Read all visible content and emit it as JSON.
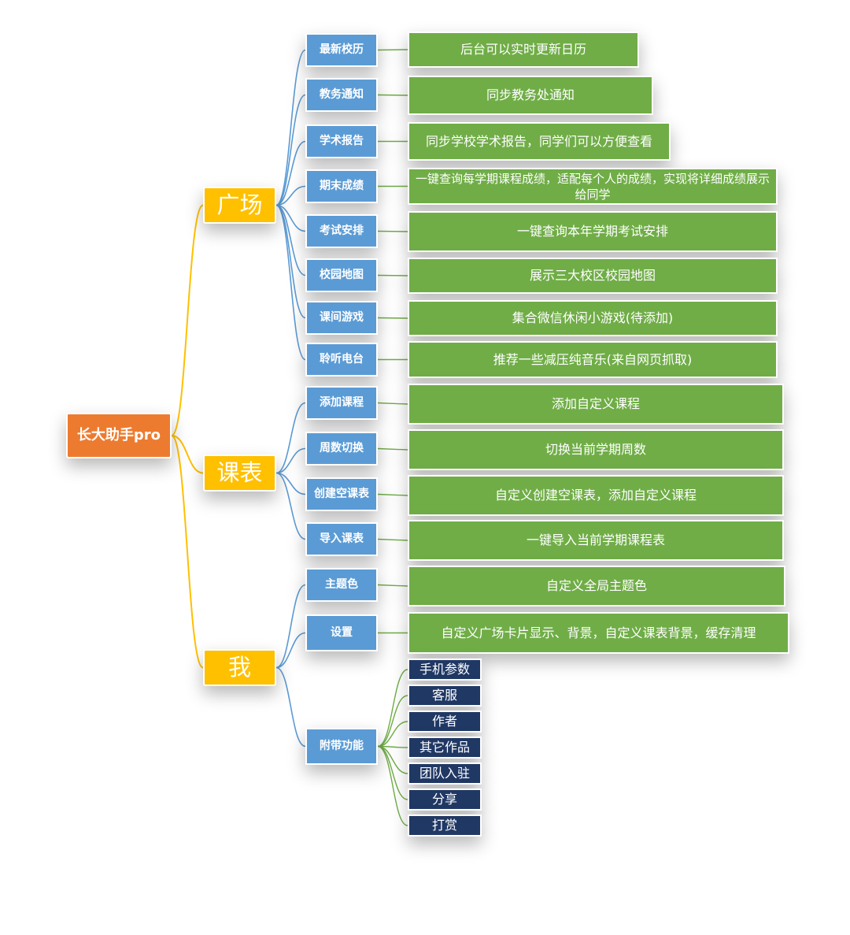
{
  "root": {
    "label": "长大助手pro"
  },
  "branches": [
    {
      "label": "广场",
      "items": [
        {
          "label": "最新校历",
          "desc": "后台可以实时更新日历"
        },
        {
          "label": "教务通知",
          "desc": "同步教务处通知"
        },
        {
          "label": "学术报告",
          "desc": "同步学校学术报告，同学们可以方便查看"
        },
        {
          "label": "期末成绩",
          "desc": "一键查询每学期课程成绩，适配每个人的成绩，实现将详细成绩展示给同学"
        },
        {
          "label": "考试安排",
          "desc": "一键查询本年学期考试安排"
        },
        {
          "label": "校园地图",
          "desc": "展示三大校区校园地图"
        },
        {
          "label": "课间游戏",
          "desc": "集合微信休闲小游戏(待添加)"
        },
        {
          "label": "聆听电台",
          "desc": "推荐一些减压纯音乐(来自网页抓取)"
        }
      ]
    },
    {
      "label": "课表",
      "items": [
        {
          "label": "添加课程",
          "desc": "添加自定义课程"
        },
        {
          "label": "周数切换",
          "desc": "切换当前学期周数"
        },
        {
          "label": "创建空课表",
          "desc": "自定义创建空课表，添加自定义课程"
        },
        {
          "label": "导入课表",
          "desc": "一键导入当前学期课程表"
        }
      ]
    },
    {
      "label": "我",
      "items": [
        {
          "label": "主题色",
          "desc": "自定义全局主题色"
        },
        {
          "label": "设置",
          "desc": "自定义广场卡片显示、背景，自定义课表背景，缓存清理"
        },
        {
          "label": "附带功能",
          "children": [
            "手机参数",
            "客服",
            "作者",
            "其它作品",
            "团队入驻",
            "分享",
            "打赏"
          ]
        }
      ]
    }
  ],
  "colors": {
    "root": "#ed7b2f",
    "branch": "#ffc000",
    "leaf": "#5b9bd5",
    "desc": "#70ad47",
    "extra": "#203864",
    "line_root": "#ffc000",
    "line_branch": "#5b9bd5",
    "line_leaf": "#70ad47"
  }
}
